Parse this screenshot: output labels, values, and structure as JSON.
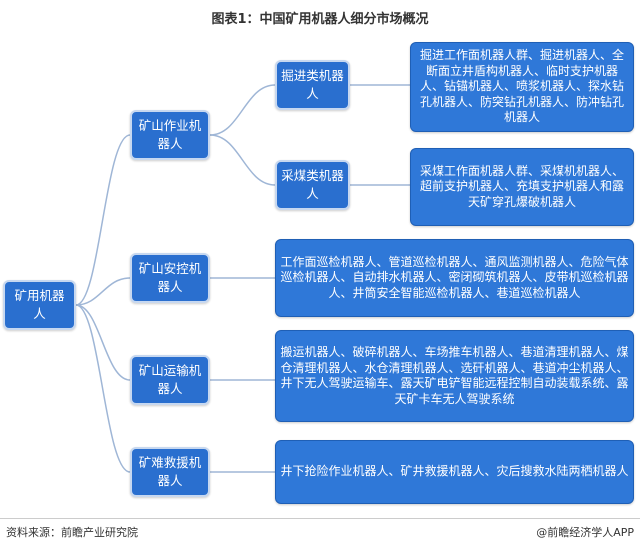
{
  "title": "图表1：中国矿用机器人细分市场概况",
  "root": "矿用机器人",
  "categories": [
    {
      "label": "矿山作业机器人",
      "sub": [
        {
          "label": "掘进类机器人",
          "items": "掘进工作面机器人群、掘进机器人、全断面立井盾构机器人、临时支护机器人、钻锚机器人、喷浆机器人、探水钻孔机器人、防突钻孔机器人、防冲钻孔机器人"
        },
        {
          "label": "采煤类机器人",
          "items": "采煤工作面机器人群、采煤机机器人、超前支护机器人、充填支护机器人和露天矿穿孔爆破机器人"
        }
      ]
    },
    {
      "label": "矿山安控机器人",
      "items": "工作面巡检机器人、管道巡检机器人、通风监测机器人、危险气体巡检机器人、自动排水机器人、密闭砌筑机器人、皮带机巡检机器人、井筒安全智能巡检机器人、巷道巡检机器人"
    },
    {
      "label": "矿山运输机器人",
      "items": "搬运机器人、破碎机器人、车场推车机器人、巷道清理机器人、煤仓清理机器人、水仓清理机器人、选矸机器人、巷道冲尘机器人、井下无人驾驶运输车、露天矿电铲智能远程控制自动装载系统、露天矿卡车无人驾驶系统"
    },
    {
      "label": "矿难救援机器人",
      "items": "井下抢险作业机器人、矿井救援机器人、灾后搜救水陆两栖机器人"
    }
  ],
  "footer": {
    "source": "资料来源：前瞻产业研究院",
    "brand": "@前瞻经济学人APP"
  },
  "colors": {
    "box": "#2f78d8",
    "line": "#9fb6d6"
  }
}
